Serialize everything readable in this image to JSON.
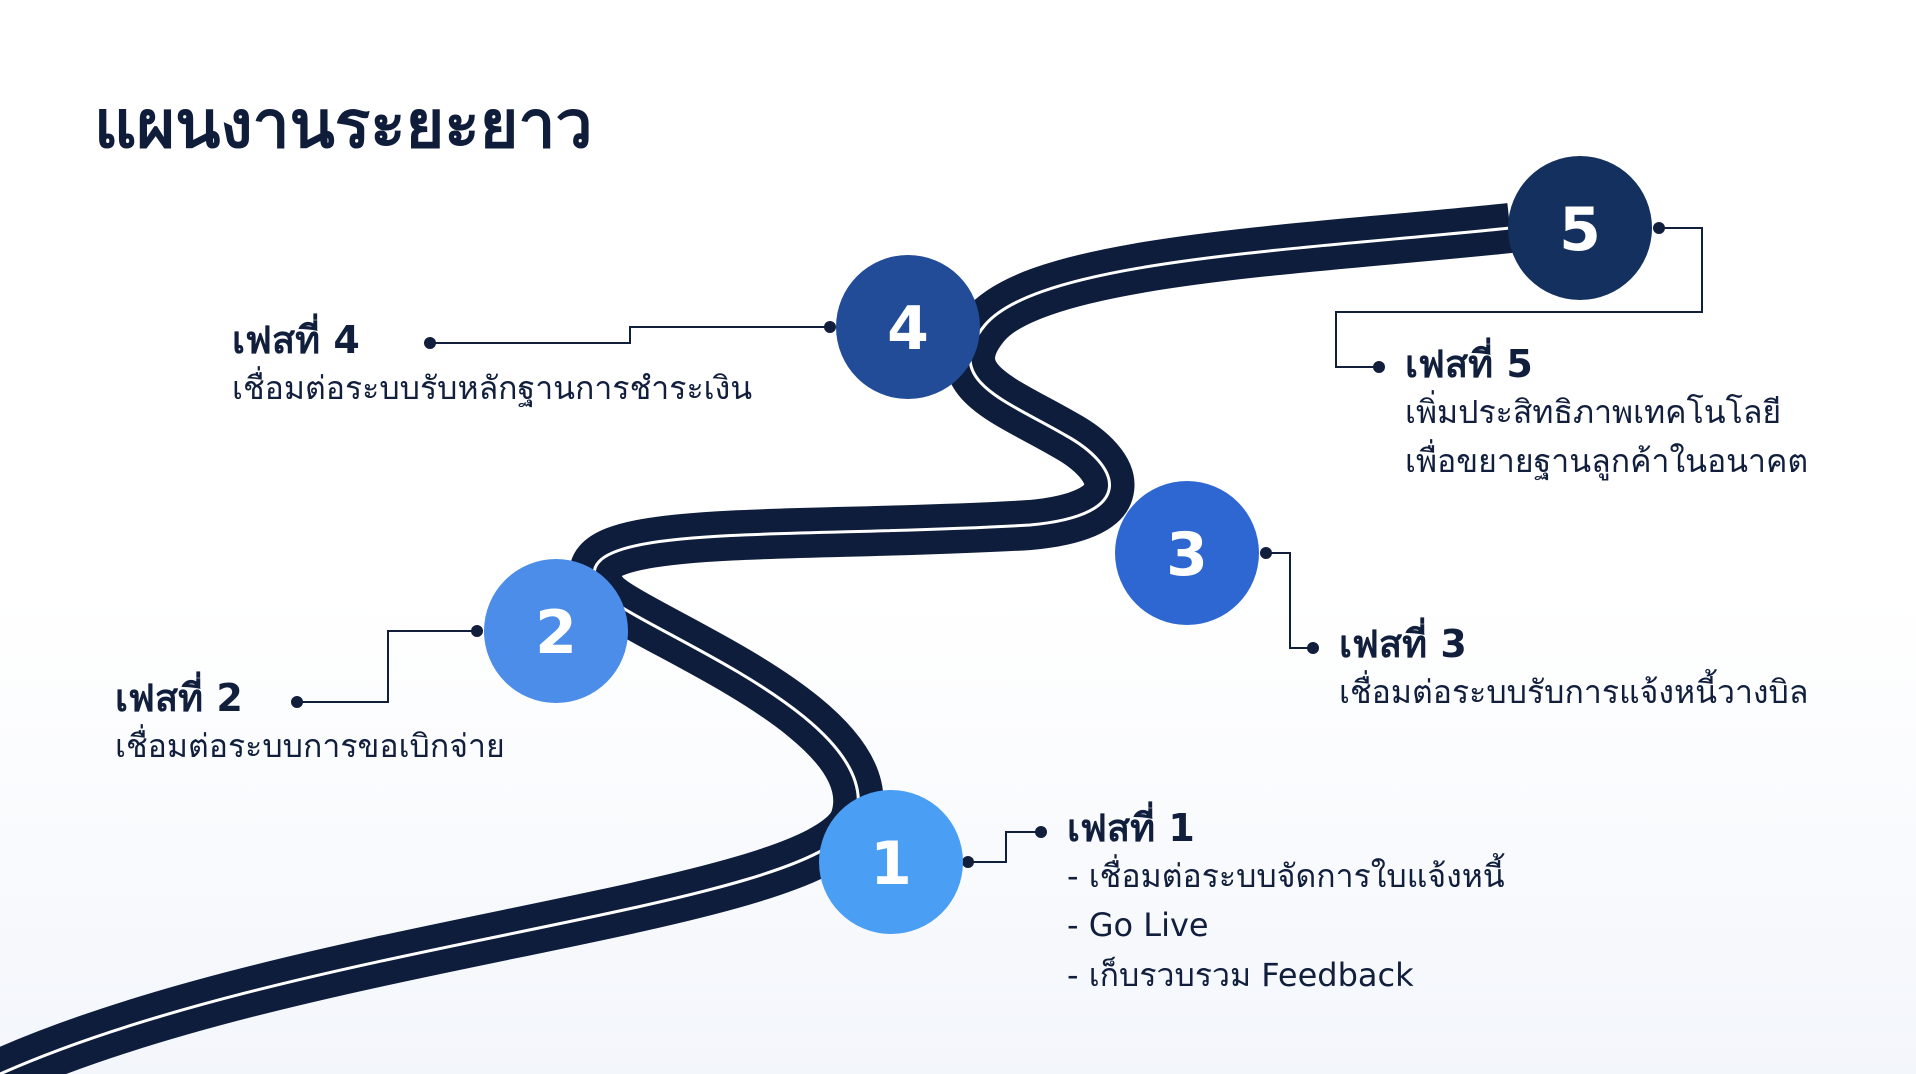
{
  "title": "แผนงานระยะยาว",
  "colors": {
    "road": "#0e1d3b",
    "road_line": "#ffffff",
    "connector": "#111f3d",
    "marker_1": "#4a9ff5",
    "marker_2": "#4b8de8",
    "marker_3": "#2f67d2",
    "marker_4": "#224b98",
    "marker_5": "#14305f"
  },
  "phases": [
    {
      "number": "1",
      "label": "เฟสที่ 1",
      "description": [
        "- เชื่อมต่อระบบจัดการใบแจ้งหนี้",
        "- Go Live",
        "- เก็บรวบรวม Feedback"
      ]
    },
    {
      "number": "2",
      "label": "เฟสที่ 2",
      "description": [
        "เชื่อมต่อระบบการขอเบิกจ่าย"
      ]
    },
    {
      "number": "3",
      "label": "เฟสที่ 3",
      "description": [
        "เชื่อมต่อระบบรับการแจ้งหนี้วางบิล"
      ]
    },
    {
      "number": "4",
      "label": "เฟสที่ 4",
      "description": [
        "เชื่อมต่อระบบรับหลักฐานการชำระเงิน"
      ]
    },
    {
      "number": "5",
      "label": "เฟสที่ 5",
      "description": [
        "เพิ่มประสิทธิภาพเทคโนโลยี",
        "เพื่อขยายฐานลูกค้าในอนาคต"
      ]
    }
  ]
}
